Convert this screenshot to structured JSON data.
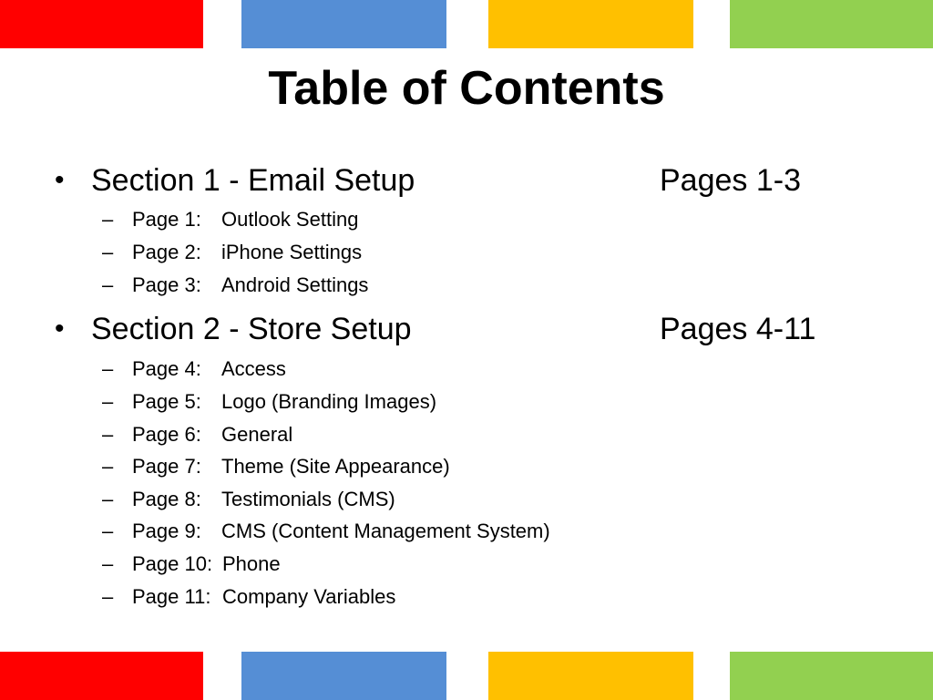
{
  "colors": {
    "red": "#ff0000",
    "blue": "#558ed5",
    "yellow": "#ffc000",
    "green": "#92d050"
  },
  "title": "Table of Contents",
  "bullet_glyph": "•",
  "dash_glyph": "–",
  "sections": [
    {
      "label": "Section 1 - Email Setup",
      "pages": "Pages 1-3",
      "items": [
        {
          "page": "Page 1:",
          "text": "Outlook Setting"
        },
        {
          "page": "Page 2:",
          "text": "iPhone Settings"
        },
        {
          "page": "Page 3:",
          "text": "Android Settings"
        }
      ]
    },
    {
      "label": "Section 2 - Store Setup",
      "pages": "Pages 4-11",
      "items": [
        {
          "page": "Page 4:",
          "text": "Access"
        },
        {
          "page": "Page 5:",
          "text": "Logo (Branding Images)"
        },
        {
          "page": "Page 6:",
          "text": "General"
        },
        {
          "page": "Page 7:",
          "text": "Theme (Site Appearance)"
        },
        {
          "page": "Page 8:",
          "text": "Testimonials (CMS)"
        },
        {
          "page": "Page 9:",
          "text": "CMS (Content Management System)"
        },
        {
          "page": "Page 10:",
          "text": "Phone"
        },
        {
          "page": "Page 11:",
          "text": "Company Variables"
        }
      ]
    }
  ]
}
